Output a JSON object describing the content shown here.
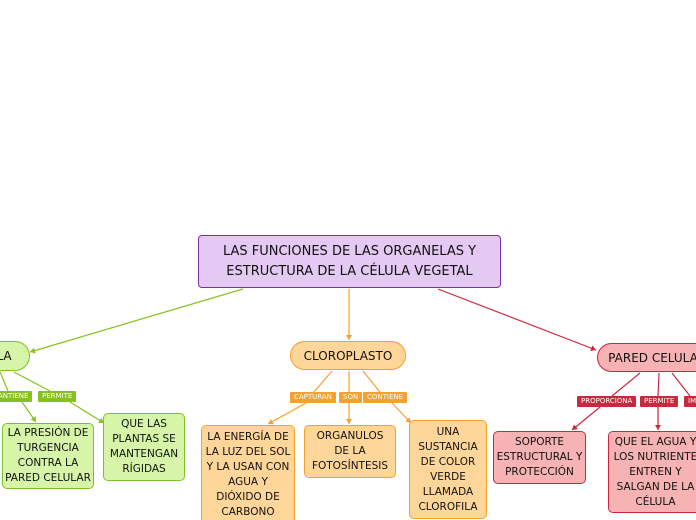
{
  "central_topic": "LAS FUNCIONES DE LAS ORGANELAS Y\nESTRUCTURA DE LA CÉLULA VEGETAL",
  "branches": [
    {
      "label": "LA",
      "colors": {
        "fill": "#d6f5a8",
        "border": "#7fbf2a",
        "tag": "#86c11f",
        "line": "#86c11f"
      },
      "links": [
        "ANTIENE",
        "PERMITE"
      ],
      "children": [
        "LA PRESIÓN DE\nTURGENCIA\nCONTRA LA\nPARED CELULAR",
        "QUE LAS\nPLANTAS SE\nMANTENGAN\nRÍGIDAS"
      ]
    },
    {
      "label": "CLOROPLASTO",
      "colors": {
        "fill": "#ffd699",
        "border": "#f2a12e",
        "tag": "#f5a030",
        "line": "#f5a030"
      },
      "links": [
        "CAPTURAN",
        "SON",
        "CONTIENE"
      ],
      "children": [
        "LA ENERGÍA DE\nLA LUZ DEL SOL\nY LA USAN CON\nAGUA Y\nDIÓXIDO DE\nCARBONO",
        "ORGANULOS\nDE LA\nFOTOSÍNTESIS",
        "UNA\nSUSTANCIA\nDE COLOR\nVERDE\nLLAMADA\nCLOROFILA"
      ]
    },
    {
      "label": "PARED CELULA",
      "colors": {
        "fill": "#f7b3b3",
        "border": "#c9283f",
        "tag": "#c9283f",
        "line": "#c9283f"
      },
      "links": [
        "PROPORCIONA",
        "PERMITE",
        "IM"
      ],
      "children": [
        "SOPORTE\nESTRUCTURAL Y\nPROTECCIÓN",
        "QUE EL AGUA Y\nLOS NUTRIENTE\nENTREN Y\nSALGAN DE LA\nCÉLULA"
      ]
    }
  ]
}
